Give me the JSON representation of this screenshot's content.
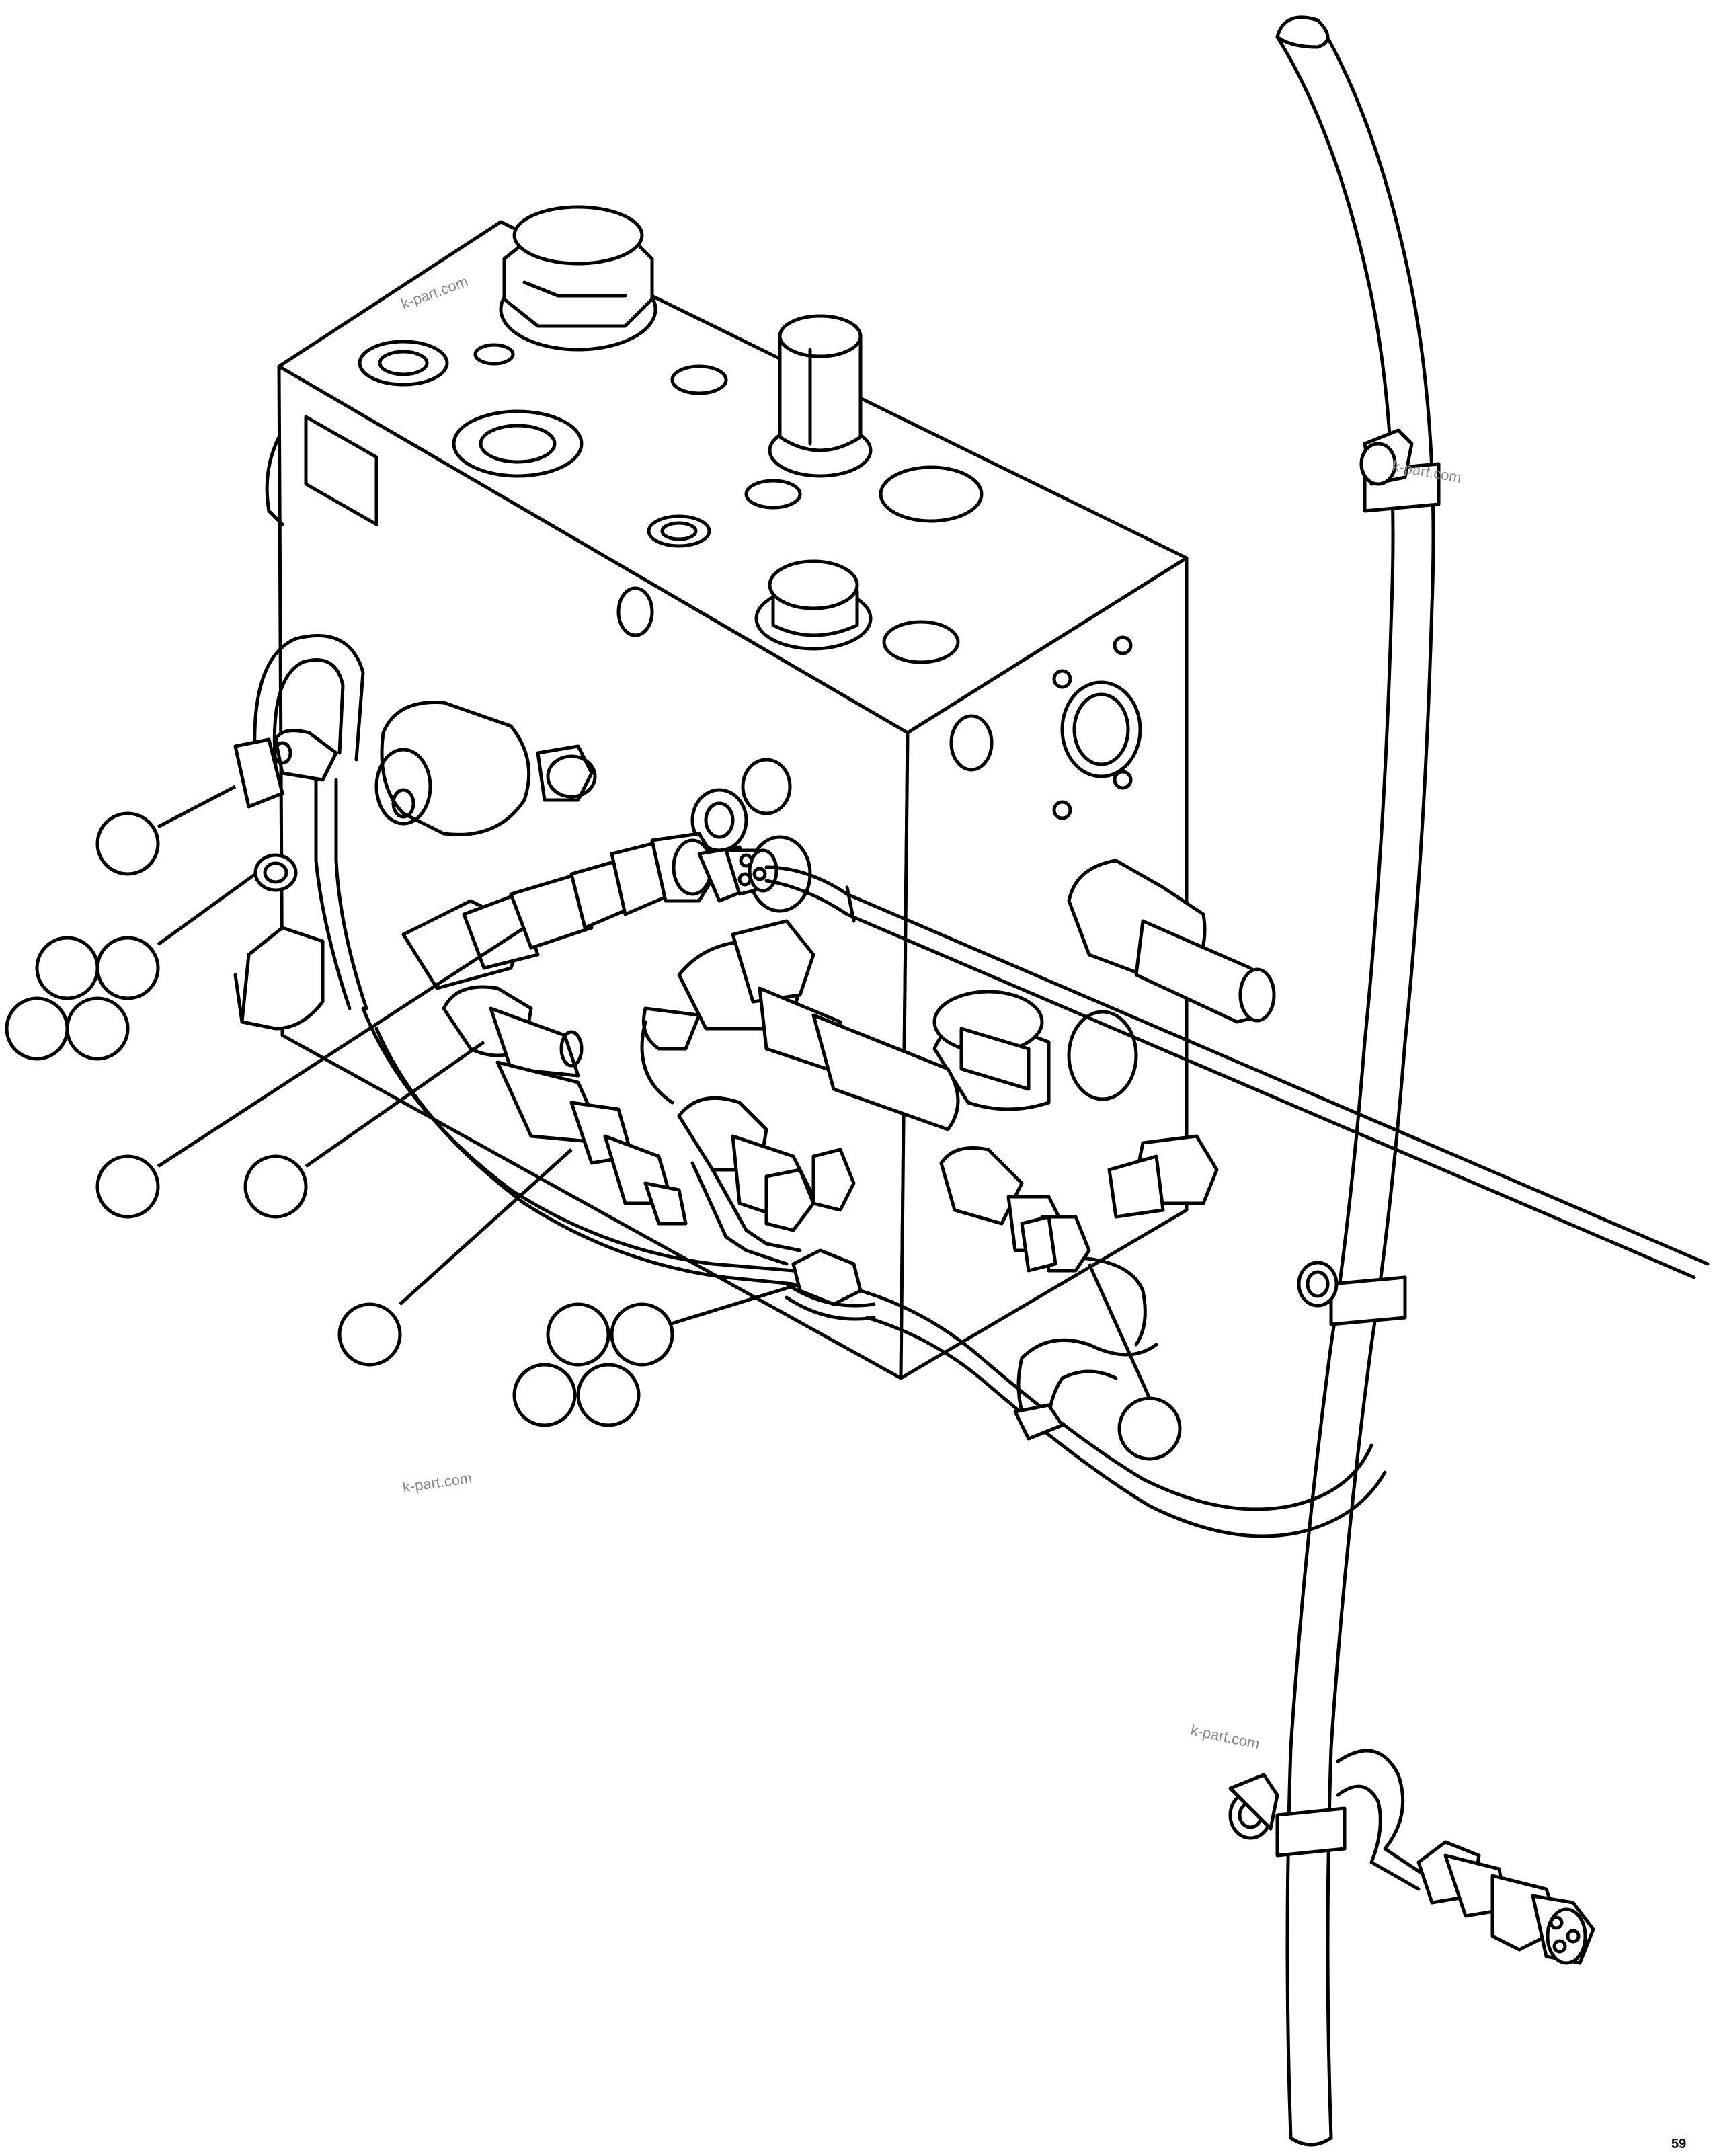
{
  "watermarks": [
    "k-part.com",
    "k-part.com",
    "k-part.com",
    "k-part.com"
  ],
  "corner_mark": "59"
}
